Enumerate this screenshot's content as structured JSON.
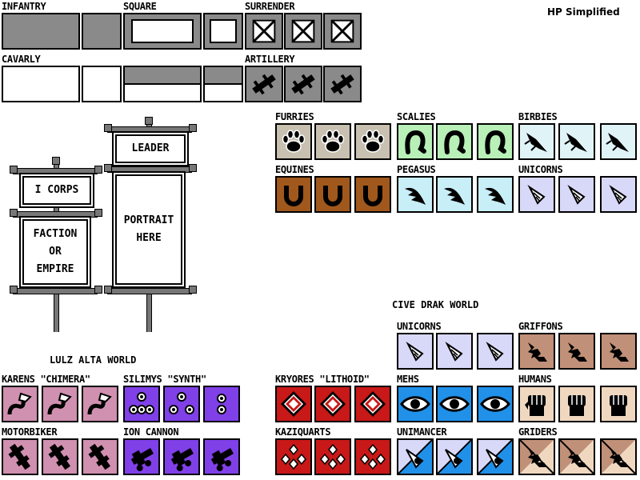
{
  "sheet_title": "HP Simplified",
  "sections": {
    "infantry": "INFANTRY",
    "square": "SQUARE",
    "surrender": "SURRENDER",
    "cavalry": "CAVARLY",
    "artillery": "ARTILLERY"
  },
  "banners": {
    "corps": "I CORPS",
    "faction": "FACTION OR EMPIRE",
    "leader": "LEADER",
    "portrait": "PORTRAIT HERE"
  },
  "worlds": {
    "lulz": "LULZ ALTA WORLD",
    "cive": "CIVE DRAK WORLD"
  },
  "factions": {
    "furries": "FURRIES",
    "scalies": "SCALIES",
    "birbies": "BIRBIES",
    "equines": "EQUINES",
    "pegasus": "PEGASUS",
    "unicorns": "UNICORNS",
    "unicorns2": "UNICORNS",
    "griffons": "GRIFFONS",
    "kryores": "KRYORES \"LITHOID\"",
    "mehs": "MEHS",
    "humans": "HUMANS",
    "kaziquarts": "KAZIQUARTS",
    "unimancer": "UNIMANCER",
    "griders": "GRIDERS",
    "karens": "KARENS \"CHIMERA\"",
    "silimys": "SILIMYS \"SYNTH\"",
    "motorbiker": "MOTORBIKER",
    "ioncannon": "ION CANNON"
  },
  "colors": {
    "unit_gray": "#8a8a8a",
    "furries": "#c8c0b0",
    "scalies": "#b8f0b8",
    "birbies": "#e0f4f8",
    "equines": "#a0581c",
    "pegasus": "#c8eef8",
    "unicorns": "#d8d8f8",
    "griffons": "#c09078",
    "kryores": "#c81818",
    "mehs": "#2090e8",
    "humans": "#f0d8c0",
    "kaziquarts": "#c81818",
    "unimancer": "#2090e8",
    "griders": "#c09078",
    "karens": "#d090b0",
    "silimys": "#8040e8",
    "motorbiker": "#d090b0",
    "ioncannon": "#8040e8"
  },
  "icons": {
    "furries": "paw-print-icon",
    "scalies": "serpent-icon",
    "birbies": "bird-icon",
    "equines": "horseshoe-icon",
    "pegasus": "wing-icon",
    "unicorns": "unicorn-horn-icon",
    "griffons": "talon-icon",
    "kryores": "diamond-gem-icon",
    "mehs": "eye-icon",
    "humans": "fist-icon",
    "kaziquarts": "crystal-shards-icon",
    "unimancer": "eye-horn-icon",
    "griders": "talon-fist-icon",
    "karens": "chimera-tail-icon",
    "silimys": "synth-orbs-icon",
    "motorbiker": "wrench-icon",
    "ioncannon": "cannon-icon"
  }
}
